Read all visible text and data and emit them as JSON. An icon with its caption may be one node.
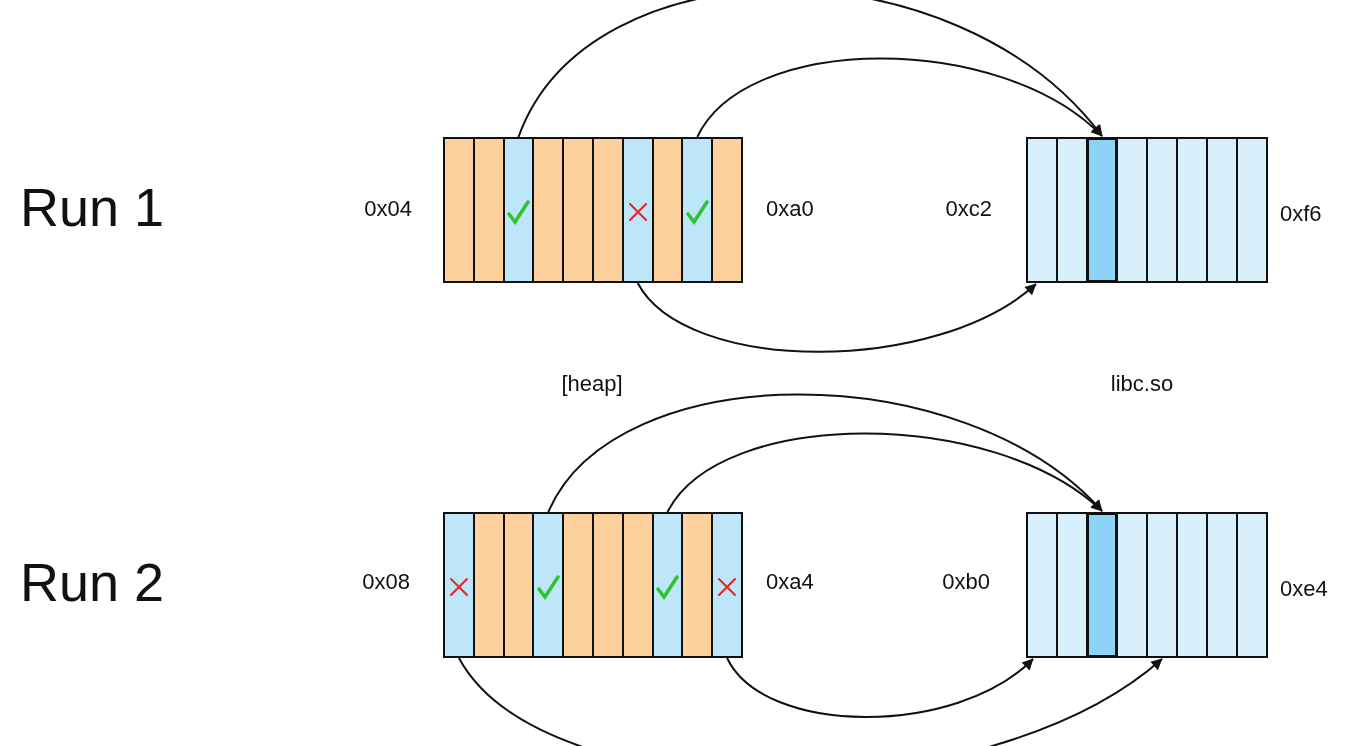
{
  "diagram": {
    "nodes": [
      {
        "text": [],
        "shape": "box"
      },
      {
        "text": [],
        "shape": "box"
      },
      {
        "text": [],
        "shape": "box"
      },
      {
        "text": [],
        "shape": "box"
      },
      {
        "text": [],
        "shape": "box"
      },
      {
        "text": [],
        "shape": "box"
      },
      {
        "text": [],
        "shape": "box"
      },
      {
        "text": [],
        "shape": "box"
      },
      {
        "text": [],
        "shape": "box"
      },
      {
        "text": [],
        "shape": "box"
      },
      {
        "text": [],
        "shape": "box"
      },
      {
        "text": [],
        "shape": "box"
      },
      {
        "text": [],
        "shape": "box"
      },
      {
        "text": [],
        "shape": "box"
      },
      {
        "text": [],
        "shape": "box"
      },
      {
        "text": [],
        "shape": "box"
      },
      {
        "text": [],
        "shape": "box"
      },
      {
        "text": [],
        "shape": "box"
      },
      {
        "text": [],
        "shape": "box"
      },
      {
        "text": [],
        "shape": "box"
      },
      {
        "text": [],
        "shape": "box"
      },
      {
        "text": [],
        "shape": "box"
      },
      {
        "text": [],
        "shape": "box"
      },
      {
        "text": [],
        "shape": "box"
      },
      {
        "text": [],
        "shape": "box"
      },
      {
        "text": [],
        "shape": "box"
      },
      {
        "text": [],
        "shape": "box"
      },
      {
        "text": [],
        "shape": "box"
      },
      {
        "text": [],
        "shape": "box"
      },
      {
        "text": [],
        "shape": "box"
      },
      {
        "text": [],
        "shape": "box"
      },
      {
        "text": [],
        "shape": "box"
      },
      {
        "text": [],
        "shape": "box"
      },
      {
        "text": [],
        "shape": "box"
      },
      {
        "text": [],
        "shape": "box"
      },
      {
        "text": [],
        "shape": "box"
      }
    ],
    "edges": [
      {
        "from": 2,
        "to": 12,
        "arrow": "to"
      },
      {
        "from": 8,
        "to": 12,
        "arrow": "to"
      },
      {
        "from": 6,
        "to": 10,
        "arrow": "to"
      },
      {
        "from": 21,
        "to": 30,
        "arrow": "to"
      },
      {
        "from": 25,
        "to": 30,
        "arrow": "to"
      },
      {
        "from": 27,
        "to": 28,
        "arrow": "to"
      },
      {
        "from": 18,
        "to": 32,
        "arrow": "to"
      }
    ],
    "labels": [
      "Run 1",
      "0x04",
      "0xa0",
      "0xc2",
      "0xf6",
      "[heap]",
      "libc.so",
      "Run 2",
      "0x08",
      "0xa4",
      "0xb0",
      "0xe4"
    ]
  }
}
